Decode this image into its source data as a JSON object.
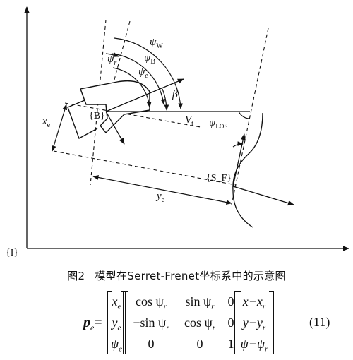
{
  "figure": {
    "frame_label": "{I}",
    "body_label": "{B}",
    "path_label": "{S_F}",
    "psi_w": "ψ",
    "psi_w_sub": "W",
    "psi_b": "ψ",
    "psi_b_sub": "B",
    "psi_e": "ψ",
    "psi_e_sub": "e",
    "psi_r": "ψ",
    "psi_r_sub": "r",
    "beta": "β",
    "vt": "V",
    "vt_sub": "t",
    "psi_los": "ψ",
    "psi_los_sub": "LOS",
    "xe": "x",
    "xe_sub": "e",
    "ye": "y",
    "ye_sub": "e"
  },
  "caption": {
    "number": "图2",
    "text": "模型在Serret-Frenet坐标系中的示意图"
  },
  "equation": {
    "lhs_symbol": "p",
    "lhs_sub": "e",
    "equals": "=",
    "vector1": [
      [
        "x",
        "e"
      ],
      [
        "y",
        "e"
      ],
      [
        "ψ",
        "e"
      ]
    ],
    "matrix": [
      [
        "cos ψ",
        "r",
        "sin ψ",
        "r",
        "0"
      ],
      [
        "−sin ψ",
        "r",
        "cos ψ",
        "r",
        "0"
      ],
      [
        "0",
        "",
        "0",
        "",
        "1"
      ]
    ],
    "vector2": [
      "x−x",
      "y−y",
      "ψ−ψ"
    ],
    "vector2_sub": "r",
    "number": "(11)"
  }
}
